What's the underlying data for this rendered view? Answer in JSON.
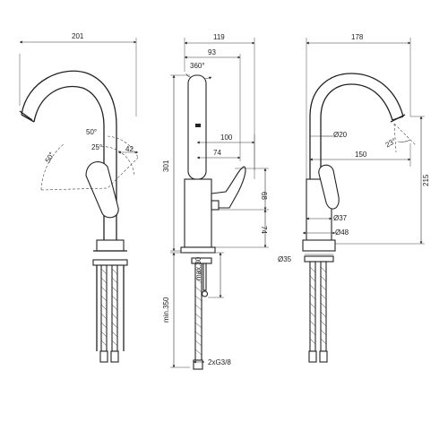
{
  "views": {
    "left": {
      "width_label": "201",
      "angle_50_left": "50°",
      "angle_50_top": "50°",
      "angle_25": "25°",
      "dim_42": "42"
    },
    "middle": {
      "width_119": "119",
      "dim_93": "93",
      "rotation": "360°",
      "dim_100": "100",
      "dim_74_h": "74",
      "dim_68": "68",
      "dim_74_v": "74",
      "height_301": "301",
      "min_350": "min.350",
      "max_30": "max.30",
      "connection": "2xG3/8"
    },
    "right": {
      "width_178": "178",
      "dia_20": "Ø20",
      "angle_23": "23°",
      "dim_150": "150",
      "height_215": "215",
      "dia_37": "Ø37",
      "dia_48": "Ø48",
      "dia_35": "Ø35"
    }
  }
}
